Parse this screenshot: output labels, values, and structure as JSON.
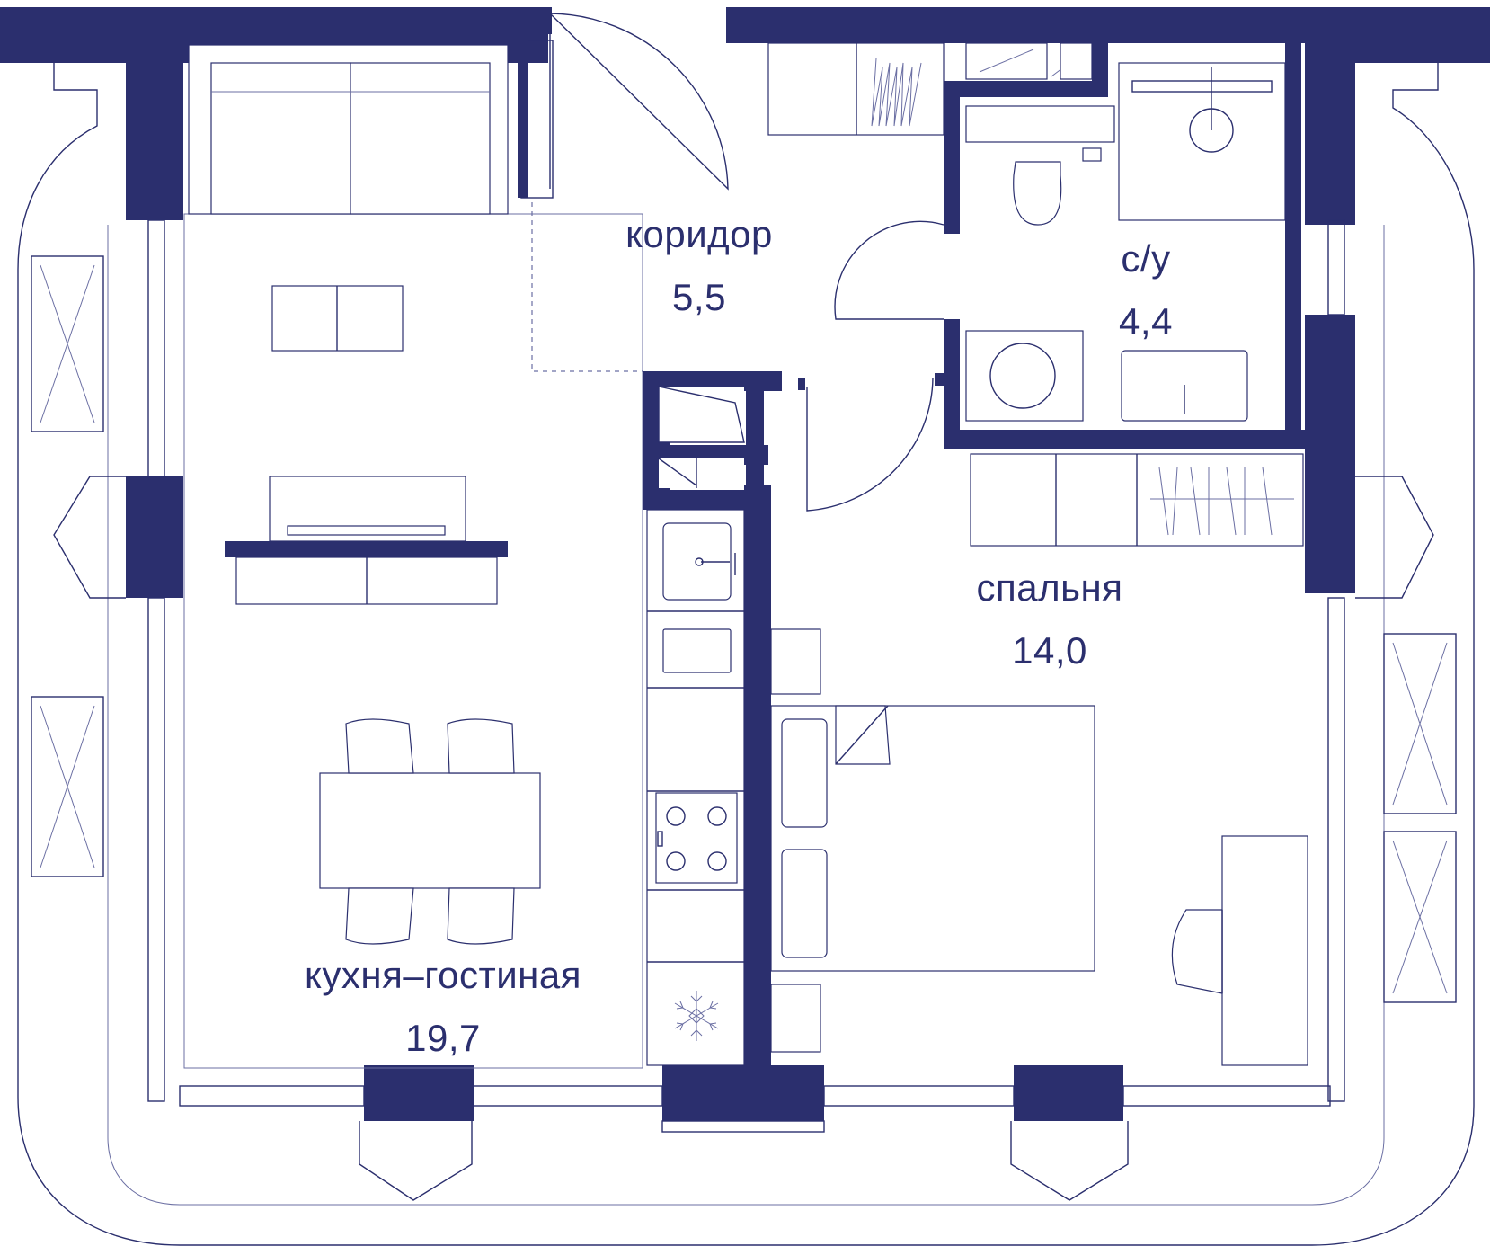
{
  "rooms": {
    "living": {
      "name": "кухня–гостиная",
      "area": "19,7"
    },
    "corridor": {
      "name": "коридор",
      "area": "5,5"
    },
    "bathroom": {
      "name": "с/у",
      "area": "4,4"
    },
    "bedroom": {
      "name": "спальня",
      "area": "14,0"
    }
  },
  "colors": {
    "wall": "#2b2f6e",
    "line": "#2b2f6e",
    "background": "#ffffff"
  },
  "icons": [
    "snowflake-icon",
    "stove-icon",
    "sink-icon",
    "toilet-icon",
    "shower-icon",
    "washer-icon"
  ]
}
